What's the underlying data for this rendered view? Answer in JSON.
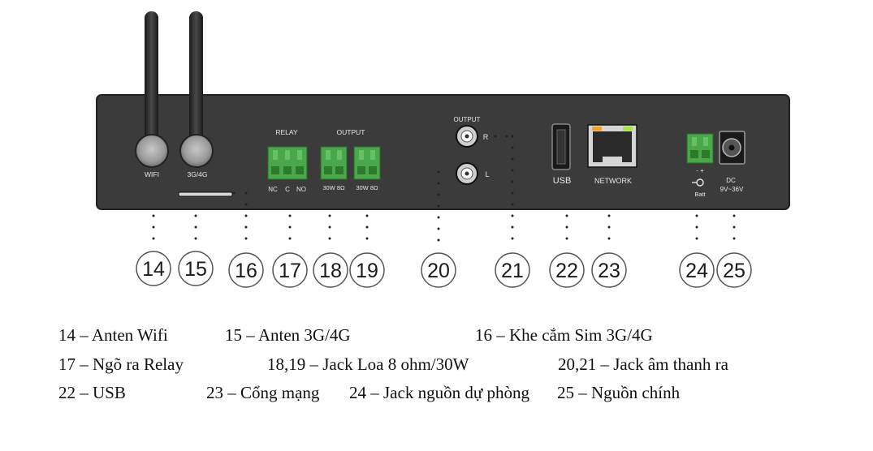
{
  "device": {
    "labels": {
      "wifi": "WIFI",
      "g34": "3G/4G",
      "relay": "RELAY",
      "output": "OUTPUT",
      "nc": "NC",
      "c": "C",
      "no": "NO",
      "w1": "30W 8Ω",
      "w2": "30W 8Ω",
      "audio_output": "OUTPUT",
      "r": "R",
      "l": "L",
      "usb": "USB",
      "network": "NETWORK",
      "batt_polarity": "-  +",
      "batt": "Batt",
      "dc": "DC",
      "dc_range": "9V~36V"
    }
  },
  "callouts": {
    "c14": "14",
    "c15": "15",
    "c16": "16",
    "c17": "17",
    "c18": "18",
    "c19": "19",
    "c20": "20",
    "c21": "21",
    "c22": "22",
    "c23": "23",
    "c24": "24",
    "c25": "25"
  },
  "legend": {
    "row1": [
      "14 – Anten Wifi",
      "15 – Anten 3G/4G",
      "16 – Khe cắm Sim 3G/4G"
    ],
    "row2": [
      "17 – Ngõ ra Relay",
      "18,19 – Jack Loa 8 ohm/30W",
      "20,21 – Jack âm thanh ra"
    ],
    "row3": [
      "22 – USB",
      "23 – Cổng mạng",
      "24 – Jack nguồn dự phòng",
      "25 – Nguồn chính"
    ]
  },
  "colors": {
    "panel": "#3b3b3b",
    "terminal": "#4aa84a",
    "led_orange": "#f0a030",
    "led_green": "#a8e050"
  }
}
